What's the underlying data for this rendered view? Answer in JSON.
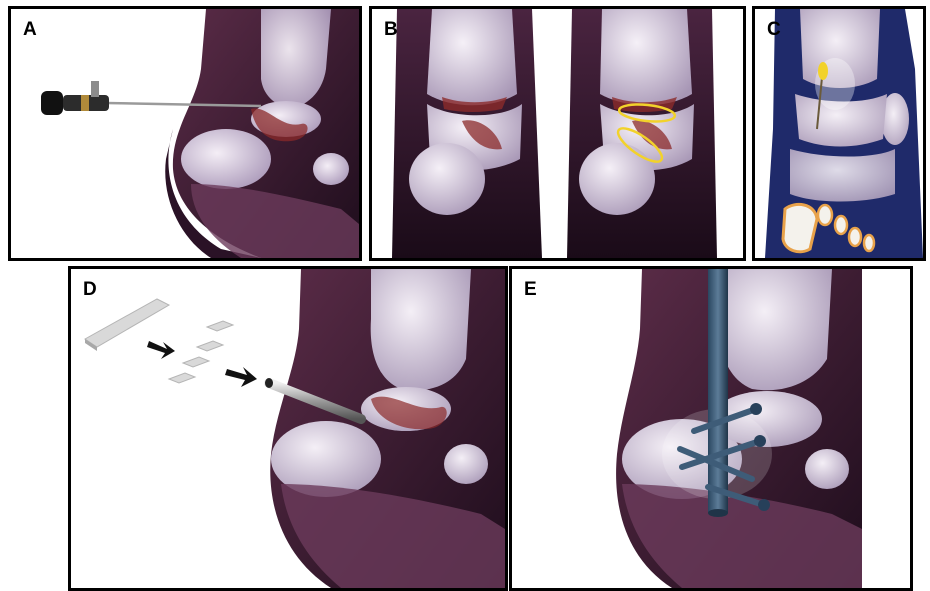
{
  "figure": {
    "panels": [
      {
        "label": "A",
        "scene": "ankle-lateral-arthroscope"
      },
      {
        "label": "B",
        "scene": "ankle-anterior-lesions-marked"
      },
      {
        "label": "C",
        "scene": "foot-anterior-guide-wire"
      },
      {
        "label": "D",
        "scene": "ankle-lateral-bone-graft-insertion"
      },
      {
        "label": "E",
        "scene": "ankle-lateral-nail-and-screws"
      }
    ],
    "colors": {
      "bone": "#ece4ee",
      "bone_shadow": "#b9a9c3",
      "soft_tissue": "#3a1a2e",
      "lesion": "#8b2a2a",
      "lesion_outline": "#f2d22a",
      "implant": "#3e5c78",
      "graft": "#d9d9d9",
      "arrow": "#111111"
    }
  }
}
